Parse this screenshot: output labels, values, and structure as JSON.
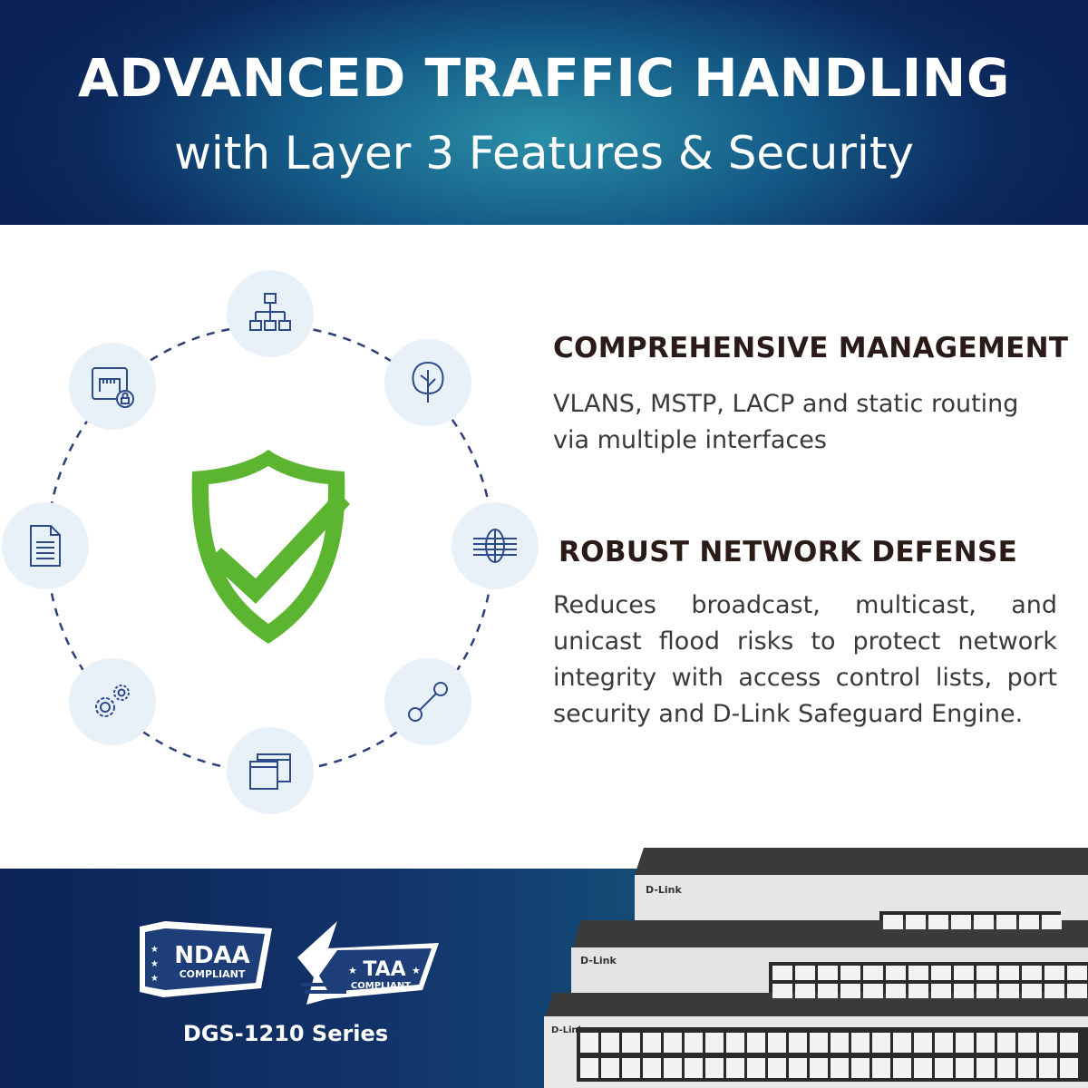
{
  "header": {
    "title": "ADVANCED TRAFFIC HANDLING",
    "subtitle": "with Layer 3 Features & Security"
  },
  "diagram": {
    "center_icon": "shield-check-icon",
    "nodes": [
      "hierarchy-icon",
      "tree-icon",
      "globe-lines-icon",
      "link-icon",
      "windows-icon",
      "gears-icon",
      "document-icon",
      "ethernet-lock-icon"
    ],
    "colors": {
      "node_bg": "#e8f0f8",
      "icon_stroke": "#2d4a8a",
      "shield_green": "#5cb531"
    }
  },
  "features": [
    {
      "title": "COMPREHENSIVE MANAGEMENT",
      "lines": [
        "VLANS, MSTP, LACP and static routing",
        "via multiple interfaces"
      ]
    },
    {
      "title": "ROBUST NETWORK DEFENSE",
      "body": "Reduces broadcast, multicast, and unicast flood risks to protect network integrity with access control lists, port security and D-Link Safeguard Engine."
    }
  ],
  "footer": {
    "badges": [
      {
        "main": "NDAA",
        "sub": "COMPLIANT"
      },
      {
        "main": "TAA",
        "sub": "COMPLIANT"
      }
    ],
    "series": "DGS-1210 Series",
    "brand": "D-Link"
  }
}
